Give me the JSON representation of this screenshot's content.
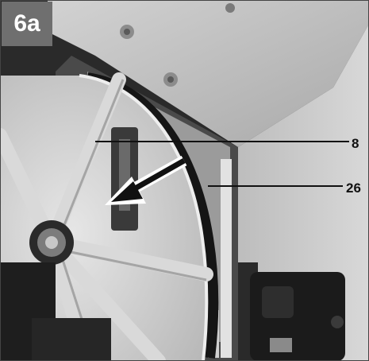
{
  "figure": {
    "label": "6a",
    "callouts": [
      {
        "text": "8"
      },
      {
        "text": "26"
      }
    ]
  },
  "colors": {
    "label_background": "#6f6f6f",
    "housing": "#c9c9c9",
    "wheel": "#d6d6d6",
    "belt": "#1a1a1a"
  },
  "icons": [
    "bandsaw-wheel-photo",
    "direction-arrow-icon"
  ]
}
